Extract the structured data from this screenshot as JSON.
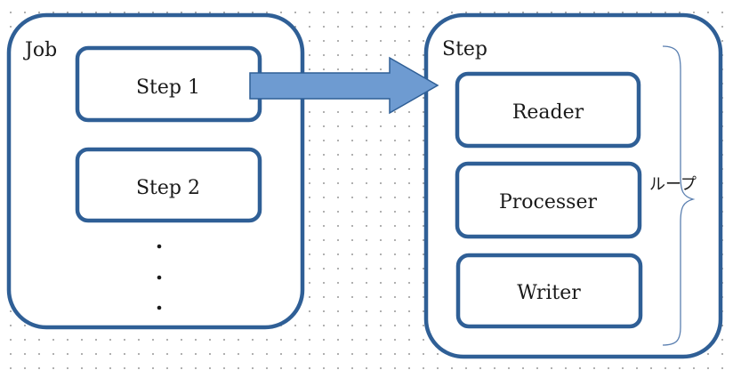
{
  "job": {
    "title": "Job",
    "steps": [
      "Step 1",
      "Step 2"
    ],
    "ellipsis_dots": 3
  },
  "step": {
    "title": "Step",
    "components": [
      "Reader",
      "Processer",
      "Writer"
    ],
    "loop_label": "ループ"
  },
  "colors": {
    "border": "#2f5f96",
    "arrow_fill": "#6e9bd1",
    "arrow_stroke": "#2f5f96",
    "brace": "#5a7fb0"
  }
}
